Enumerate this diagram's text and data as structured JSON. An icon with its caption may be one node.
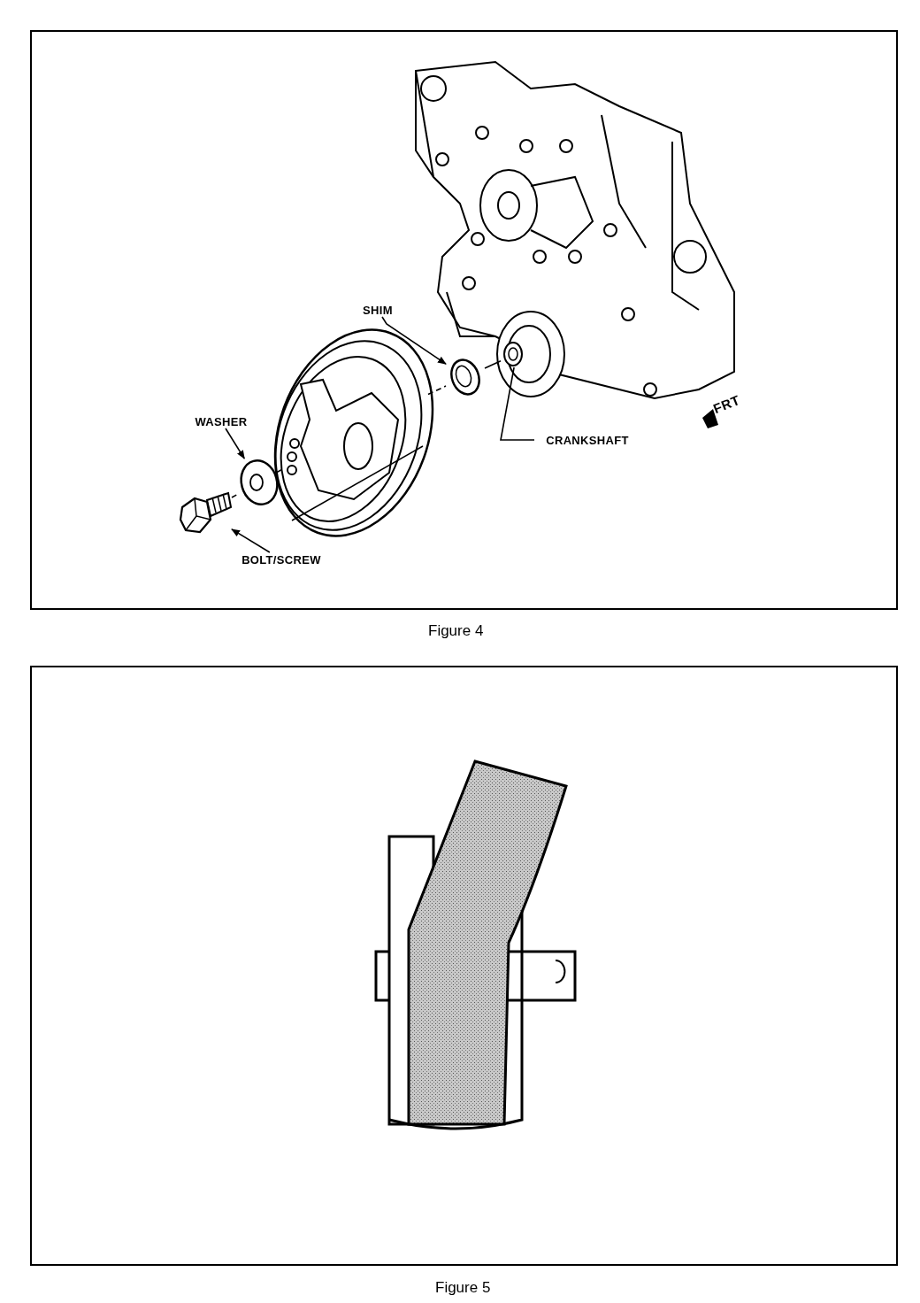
{
  "diagram": {
    "nodes": [
      {
        "text": [
          "SHIM"
        ]
      },
      {
        "text": [],
        "shape": "picture"
      },
      {
        "text": [
          "WASHER"
        ]
      },
      {
        "text": [],
        "shape": "picture"
      },
      {
        "text": [
          "BOLT/SCREW"
        ]
      },
      {
        "text": [],
        "shape": "picture"
      },
      {
        "text": [
          "CRANKSHAFT"
        ]
      },
      {
        "text": [],
        "shape": "picture"
      },
      {
        "text": [],
        "shape": "picture"
      }
    ],
    "edges": [
      {
        "from": 0,
        "to": 1,
        "arrow": "to"
      },
      {
        "from": 2,
        "to": 3,
        "arrow": "to"
      },
      {
        "from": 4,
        "to": 5,
        "arrow": "to"
      },
      {
        "from": 6,
        "to": 7,
        "arrow": "none"
      },
      {
        "from": 5,
        "to": 3,
        "arrow": "none",
        "style": "dashed"
      },
      {
        "from": 3,
        "to": 8,
        "arrow": "none"
      },
      {
        "from": 8,
        "to": 1,
        "arrow": "none",
        "style": "dashed"
      },
      {
        "from": 1,
        "to": 7,
        "arrow": "none"
      }
    ],
    "labels": [
      "FRT",
      "Figure 4",
      "Figure 5"
    ]
  }
}
